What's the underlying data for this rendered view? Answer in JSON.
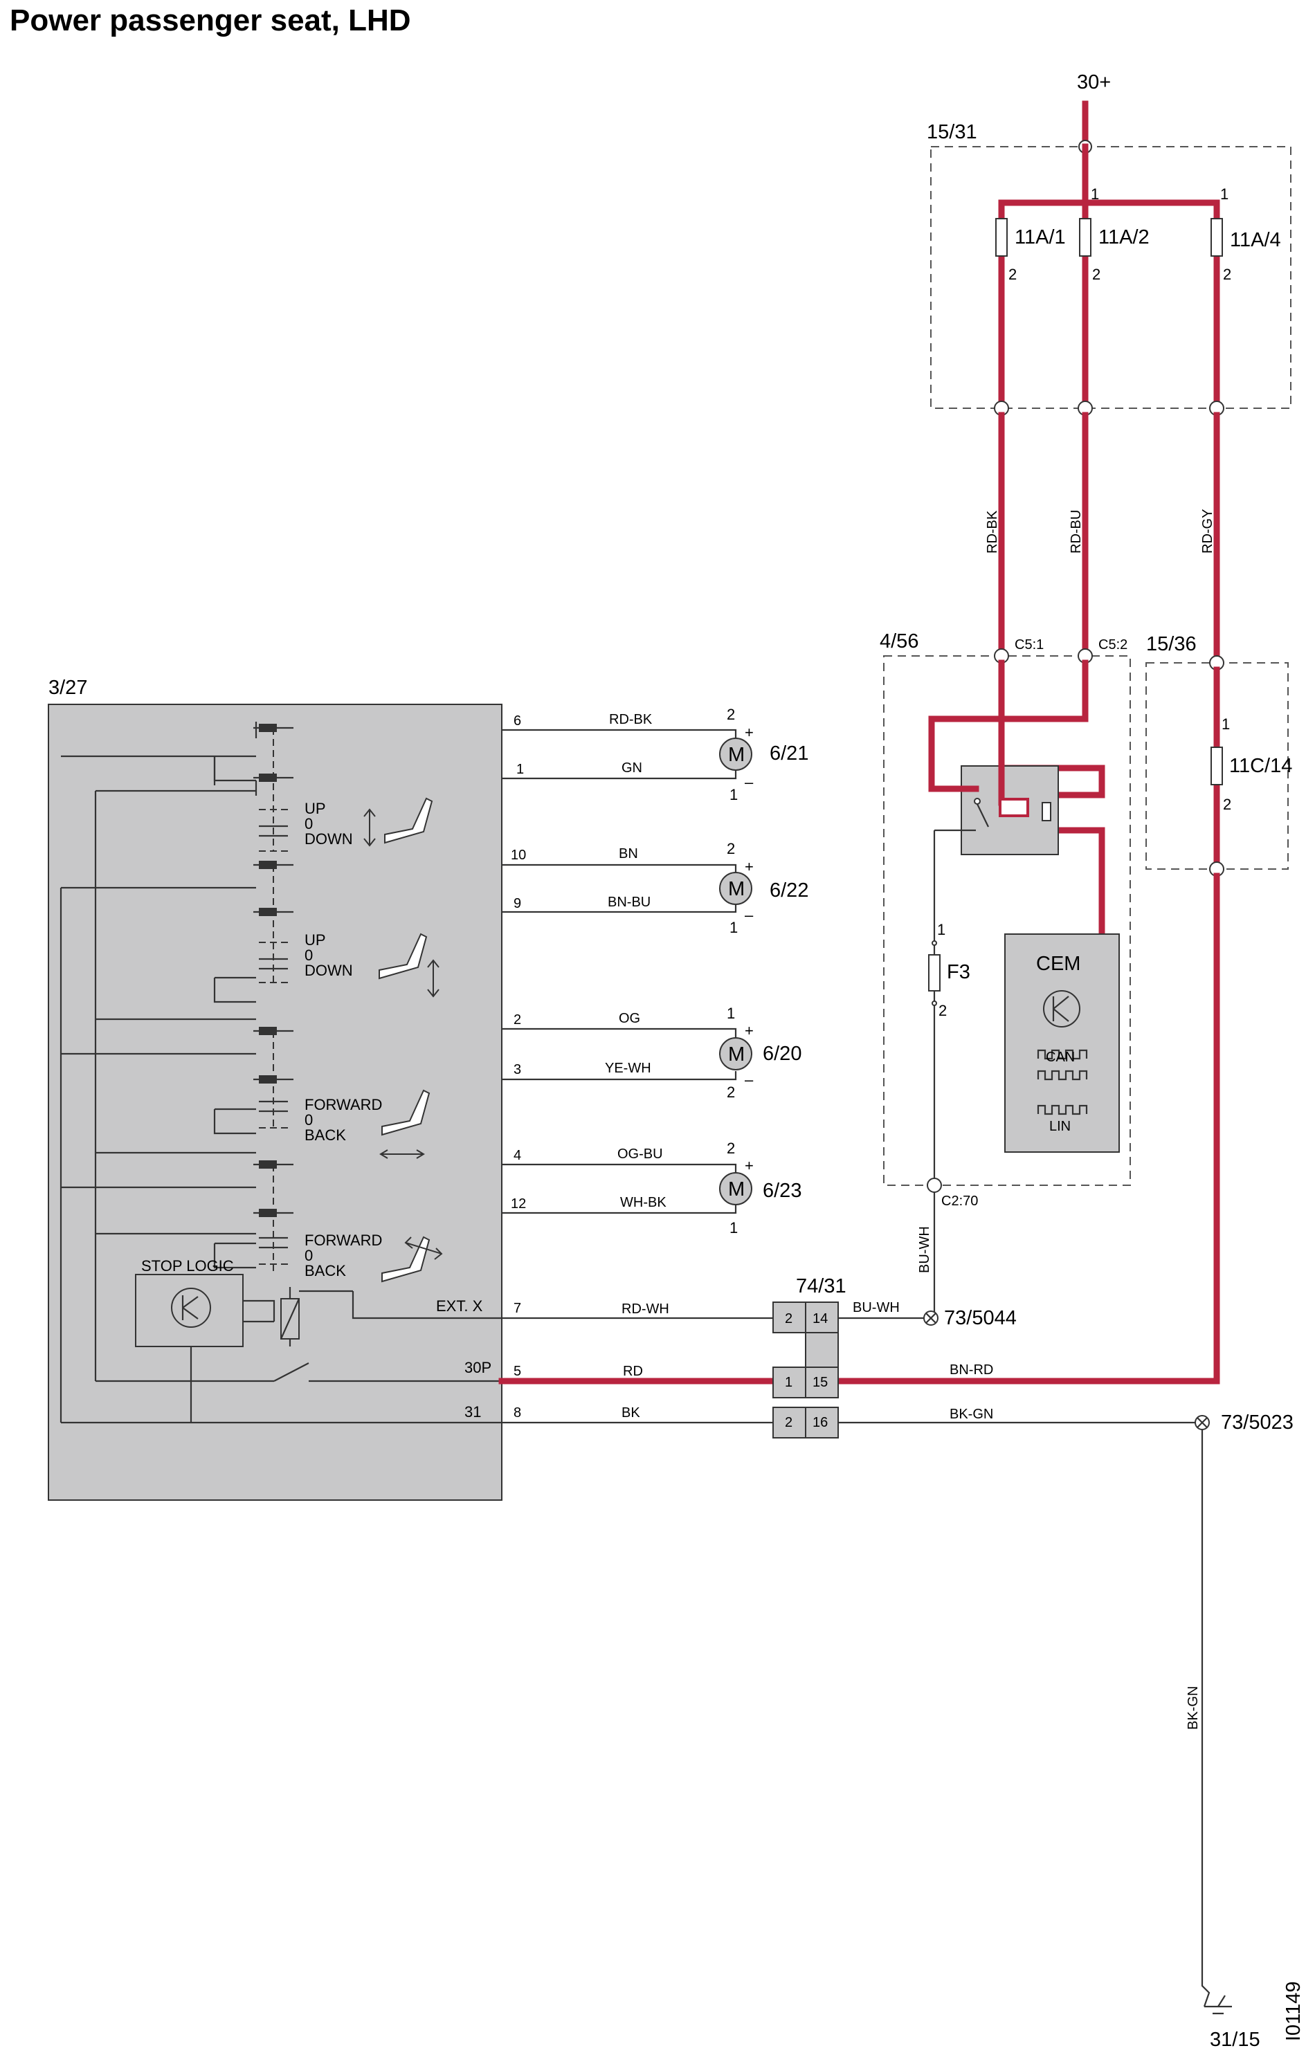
{
  "title": "Power passenger seat, LHD",
  "drawing_id": "I01149",
  "supply": "30+",
  "ground_terminal": "31/15",
  "modules": {
    "fuse_box_main": "15/31",
    "relay_box": "4/56",
    "fuse_box_seat": "15/36",
    "seat_module": "3/27",
    "connector": "74/31",
    "cem": "CEM",
    "can": "CAN",
    "lin": "LIN",
    "stop_logic": "STOP LOGIC",
    "ext_x": "EXT. X",
    "p30": "30P",
    "p31": "31"
  },
  "fuses": {
    "f11a1": "11A/1",
    "f11a2": "11A/2",
    "f11a4": "11A/4",
    "f11c14": "11C/14",
    "f3": "F3"
  },
  "connectors": {
    "c51": "C5:1",
    "c52": "C5:2",
    "c270": "C2:70"
  },
  "ground_points": {
    "g5044": "73/5044",
    "g5023": "73/5023"
  },
  "wire_colors": {
    "rdbk": "RD-BK",
    "rdbu": "RD-BU",
    "rdgy": "RD-GY",
    "buwh_v": "BU-WH",
    "buwh_h": "BU-WH",
    "bnrd": "BN-RD",
    "bkgn_h": "BK-GN",
    "bkgn_v": "BK-GN",
    "m1a": "RD-BK",
    "m1b": "GN",
    "m2a": "BN",
    "m2b": "BN-BU",
    "m3a": "OG",
    "m3b": "YE-WH",
    "m4a": "OG-BU",
    "m4b": "WH-BK",
    "extx": "RD-WH",
    "p30": "RD",
    "p31": "BK"
  },
  "motors": {
    "m621": "6/21",
    "m622": "6/22",
    "m620": "6/20",
    "m623": "6/23",
    "m_symbol": "M"
  },
  "switch_labels": {
    "up": "UP",
    "zero": "0",
    "down": "DOWN",
    "forward": "FORWARD",
    "back": "BACK"
  },
  "signs": {
    "plus": "+",
    "minus": "–"
  },
  "pins": {
    "one": "1",
    "two": "2",
    "p6": "6",
    "p10": "10",
    "p9": "9",
    "p3": "3",
    "p4": "4",
    "p12": "12",
    "p7": "7",
    "p5": "5",
    "p8": "8",
    "p14": "14",
    "p15": "15",
    "p16": "16"
  },
  "colors": {
    "power_wire": "#b8243f",
    "module_fill": "#c8c8c9",
    "line": "#333333"
  }
}
